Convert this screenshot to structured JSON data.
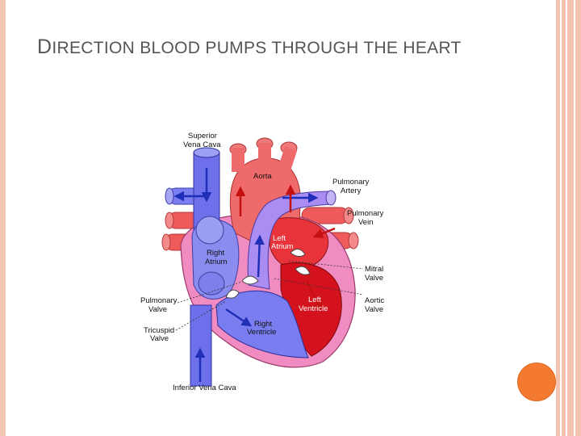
{
  "slide": {
    "title_first_letter": "D",
    "title_rest": "IRECTION BLOOD PUMPS THROUGH THE HEART"
  },
  "colors": {
    "accent": "#f47a30",
    "band": "#f3c3ad",
    "deoxygenated": "#6f72e8",
    "oxygenated": "#e84848",
    "pericardium": "#ee72b0"
  },
  "diagram": {
    "labels": {
      "superior_vena_cava_1": "Superior",
      "superior_vena_cava_2": "Vena Cava",
      "aorta": "Aorta",
      "pulmonary_artery_1": "Pulmonary",
      "pulmonary_artery_2": "Artery",
      "pulmonary_vein_1": "Pulmonary",
      "pulmonary_vein_2": "Vein",
      "left_atrium_1": "Left",
      "left_atrium_2": "Atrium",
      "right_atrium_1": "Right",
      "right_atrium_2": "Atrium",
      "mitral_valve_1": "Mitral",
      "mitral_valve_2": "Valve",
      "pulmonary_valve_1": "Pulmonary",
      "pulmonary_valve_2": "Valve",
      "aortic_valve_1": "Aortic",
      "aortic_valve_2": "Valve",
      "left_ventricle_1": "Left",
      "left_ventricle_2": "Ventricle",
      "right_ventricle_1": "Right",
      "right_ventricle_2": "Ventricle",
      "tricuspid_valve_1": "Tricuspid",
      "tricuspid_valve_2": "Valve",
      "inferior_vena_cava": "Inferior Vena Cava"
    }
  }
}
